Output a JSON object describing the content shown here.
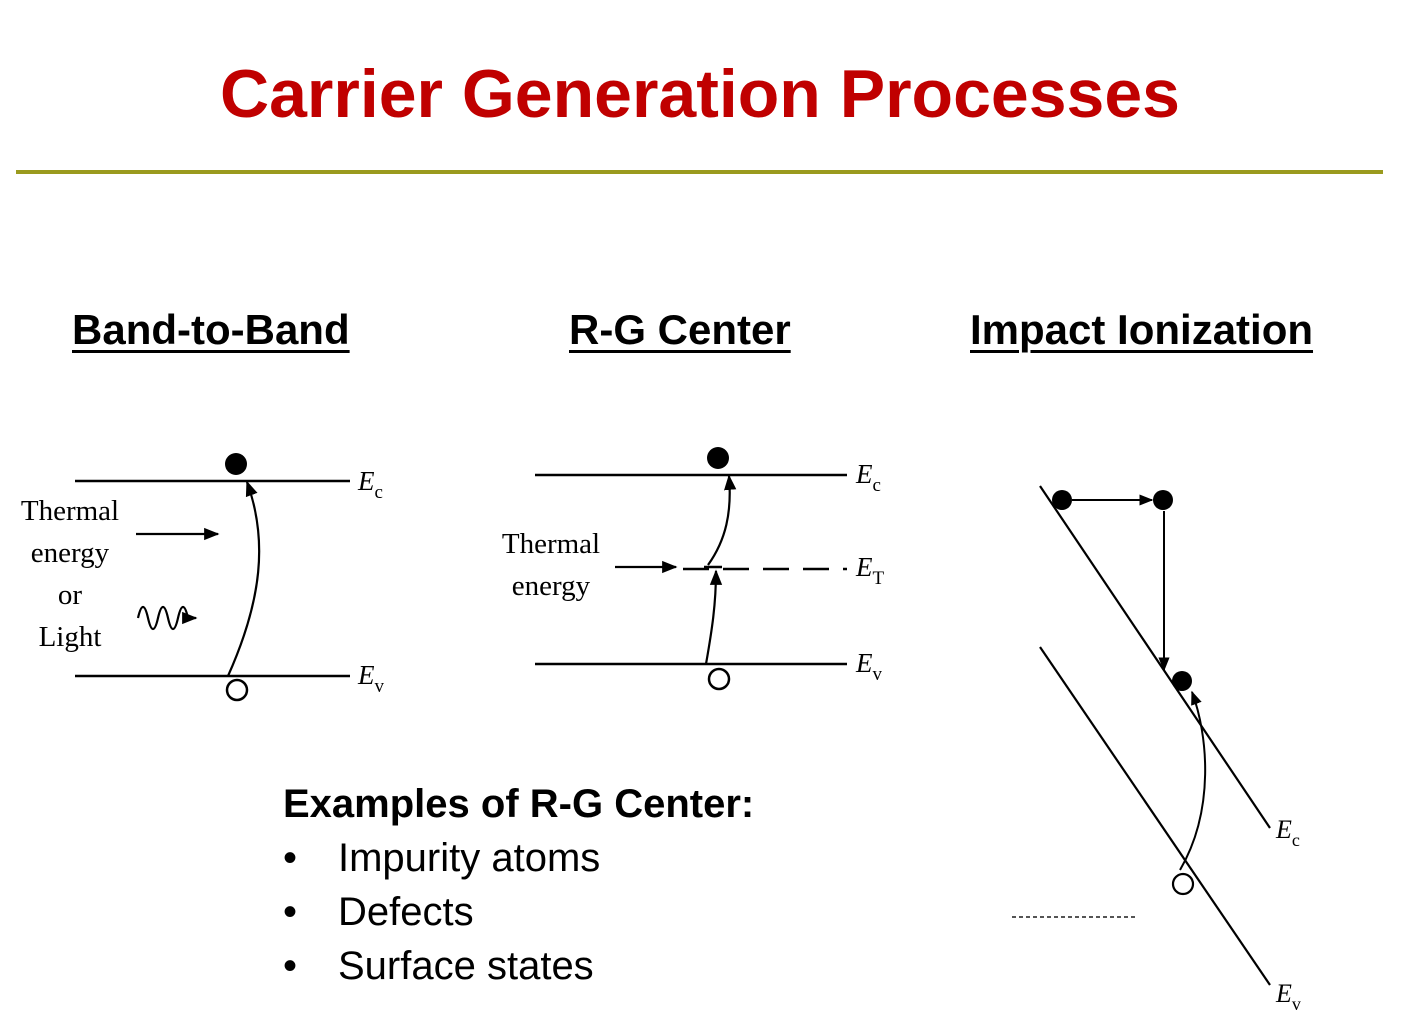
{
  "title": "Carrier Generation Processes",
  "headings": {
    "band_to_band": "Band-to-Band",
    "rg_center": "R-G Center",
    "impact_ionization": "Impact Ionization"
  },
  "band_to_band": {
    "label_ec": "E",
    "sub_ec": "c",
    "label_ev": "E",
    "sub_ev": "v",
    "side_thermal": "Thermal",
    "side_energy": "energy",
    "side_or": "or",
    "side_light": "Light"
  },
  "rg_center": {
    "label_ec": "E",
    "sub_ec": "c",
    "label_et": "E",
    "sub_et": "T",
    "label_ev": "E",
    "sub_ev": "v",
    "side_thermal": "Thermal",
    "side_energy": "energy"
  },
  "impact_ionization": {
    "label_ec": "E",
    "sub_ec": "c",
    "label_ev": "E",
    "sub_ev": "v"
  },
  "examples": {
    "title": "Examples of R-G Center:",
    "items": [
      "Impurity atoms",
      "Defects",
      "Surface states"
    ]
  },
  "colors": {
    "title": "#c00000",
    "rule": "#9a9a1e"
  }
}
